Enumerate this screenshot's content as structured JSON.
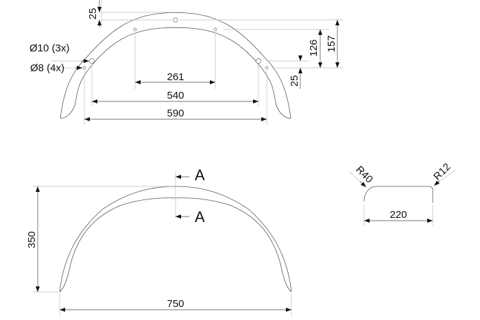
{
  "side_view": {
    "dims": {
      "top_thickness": "25",
      "hole_spacing_inner": "261",
      "hole_spacing_mid": "540",
      "hole_spacing_outer": "590",
      "height_126": "126",
      "height_157": "157",
      "side_offset": "25"
    },
    "holes": {
      "d10": "Ø10 (3x)",
      "d8": "Ø8 (4x)"
    }
  },
  "front_view": {
    "height": "350",
    "width": "750",
    "section_label_top": "A",
    "section_label_bottom": "A"
  },
  "section_view": {
    "radius_left": "R40",
    "radius_right": "R12",
    "width": "220"
  }
}
